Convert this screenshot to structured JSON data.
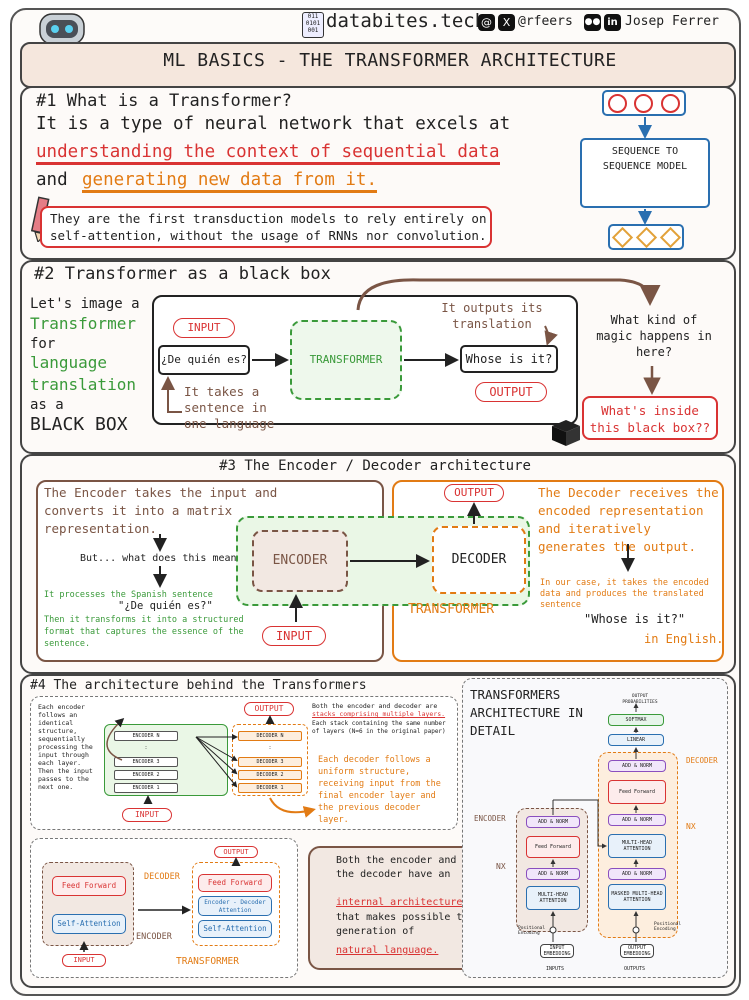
{
  "header": {
    "site": "databites.tech",
    "handle": "@rfeers",
    "author": "Josep Ferrer",
    "title": "ML BASICS - THE TRANSFORMER ARCHITECTURE"
  },
  "s1": {
    "heading": "#1 What is a Transformer?",
    "line1": "It is a type of neural network that excels at",
    "highlight1": "understanding the context of sequential data",
    "and": "and",
    "highlight2": "generating new data from it.",
    "note": "They are the first transduction models to rely entirely on self-attention, without the usage of RNNs nor convolution.",
    "model_box": "SEQUENCE TO SEQUENCE MODEL"
  },
  "s2": {
    "heading": "#2 Transformer as a black box",
    "intro1": "Let's image a",
    "intro2": "Transformer",
    "intro3": "for",
    "intro4": "language translation",
    "intro5": "as a",
    "intro6": "BLACK BOX",
    "input_tag": "INPUT",
    "input_text": "¿De quién es?",
    "transformer": "TRANSFORMER",
    "output_text": "Whose is it?",
    "output_tag": "OUTPUT",
    "outputs_note": "It outputs its translation",
    "takes_note": "It takes a sentence in one language",
    "magic": "What kind of magic happens in here?",
    "inside": "What's inside this black box??"
  },
  "s3": {
    "heading": "#3 The Encoder / Decoder architecture",
    "enc_text": "The Encoder takes the input and converts it into a matrix representation.",
    "but": "But... what does this mean?",
    "processes": "It processes the Spanish sentence",
    "spanish": "\"¿De quién es?\"",
    "transforms": "Then it transforms it into a structured format that captures the essence of the sentence.",
    "encoder": "ENCODER",
    "decoder": "DECODER",
    "output": "OUTPUT",
    "input": "INPUT",
    "transformer": "TRANSFORMER",
    "dec_text": "The Decoder receives the encoded representation and iteratively generates the output.",
    "our_case": "In our case, it takes the encoded data and produces the translated sentence",
    "english_q": "\"Whose is it?\"",
    "in_english": "in English."
  },
  "s4": {
    "heading": "#4 The architecture behind the Transformers",
    "each_encoder": "Each encoder follows an identical structure, sequentially processing the input through each layer. Then the input passes to the next one.",
    "both_stacks_pre": "Both the encoder and decoder are",
    "both_stacks_hl": "stacks comprising multiple layers.",
    "both_stacks_post": "Each stack containing the same number of layers (N=6 in the original paper)",
    "each_decoder": "Each decoder follows a uniform structure, receiving input from the final encoder layer and the previous decoder layer.",
    "encoders": [
      "ENCODER N",
      ":",
      "ENCODER 3",
      "ENCODER 2",
      "ENCODER 1"
    ],
    "decoders": [
      "DECODER N",
      ":",
      "DECODER 3",
      "DECODER 2",
      "DECODER 1"
    ],
    "output": "OUTPUT",
    "input": "INPUT",
    "feed_forward": "Feed Forward",
    "self_attention": "Self-Attention",
    "enc_dec_attention": "Encoder - Decoder Attention",
    "encoder_label": "ENCODER",
    "decoder_label": "DECODER",
    "transformer_label": "TRANSFORMER",
    "internal_pre": "Both the encoder and the decoder have an",
    "internal_hl": "internal architecture",
    "internal_mid": "that makes possible the generation of",
    "internal_hl2": "natural language.",
    "detail_title": "TRANSFORMERS ARCHITECTURE IN DETAIL",
    "detail": {
      "output_probabilities": "OUTPUT PROBABILITIES",
      "softmax": "SOFTMAX",
      "linear": "LINEAR",
      "add_norm": "ADD & NORM",
      "feed_forward": "Feed Forward",
      "mha": "MULTI-HEAD ATTENTION",
      "masked_mha": "MASKED MULTI-HEAD ATTENTION",
      "positional": "Positional Encoding",
      "input_embedding": "INPUT EMBEDDING",
      "output_embedding": "OUTPUT EMBEDDING",
      "inputs": "INPUTS",
      "outputs": "OUTPUTS",
      "nx": "NX",
      "encoder": "ENCODER",
      "decoder": "DECODER"
    }
  },
  "colors": {
    "green": "#3a9a3a",
    "red": "#d93333",
    "orange": "#e27b14",
    "brown": "#7a5545",
    "blue": "#2a6fb0"
  }
}
